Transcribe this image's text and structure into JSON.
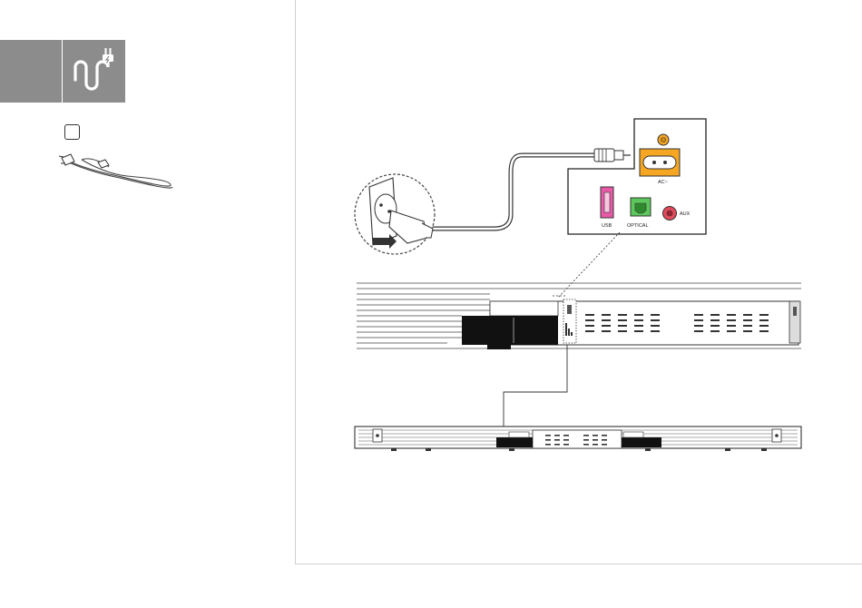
{
  "icons": {
    "power_cable": "power-cable-icon",
    "power_outlet": "wall-outlet-icon"
  },
  "colors": {
    "tab_grey": "#8c8c8c",
    "usb_pink": "#e85aa8",
    "optical_green": "#5cc85c",
    "ac_orange": "#f5a623",
    "aux_red": "#e04a5a"
  },
  "panel": {
    "ports": {
      "ac_label": "AC~",
      "usb_label": "USB",
      "optical_label": "OPTICAL",
      "aux_label": "AUX"
    }
  }
}
